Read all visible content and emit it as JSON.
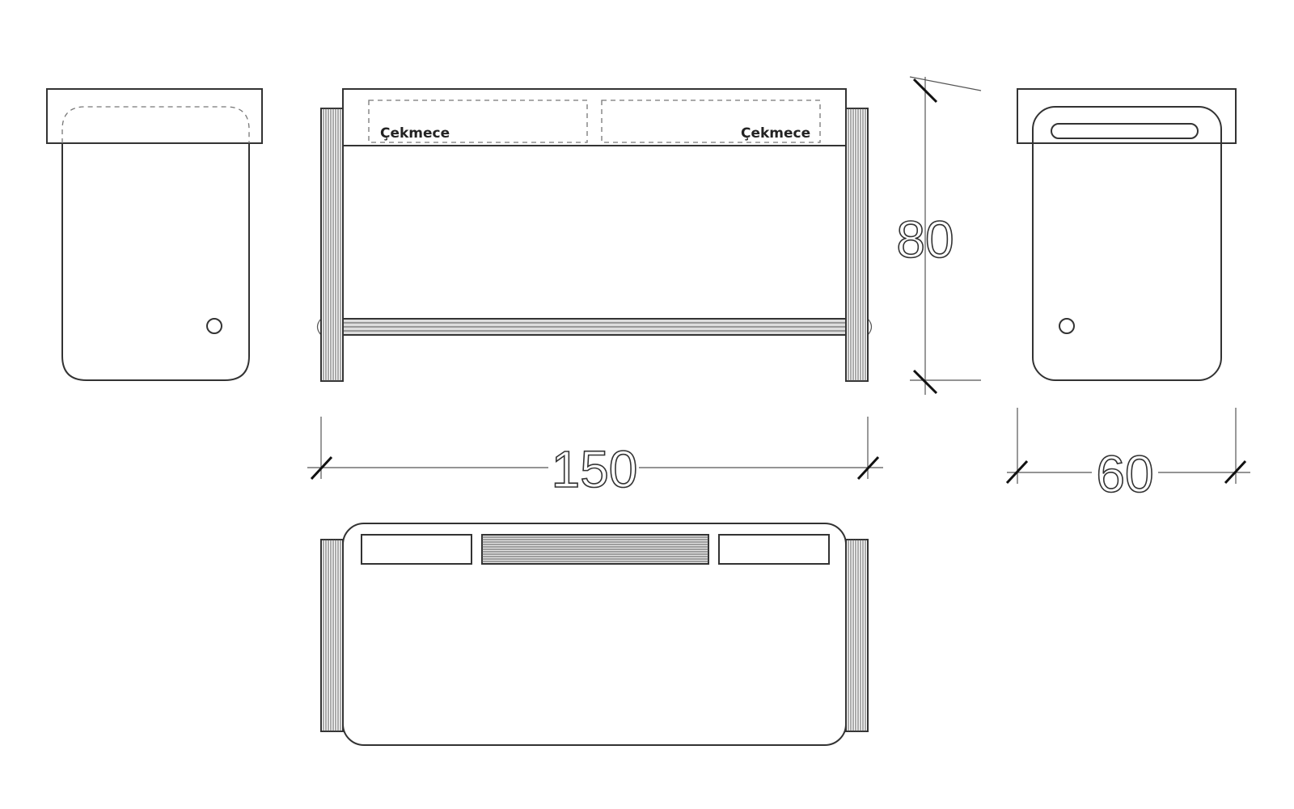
{
  "labels": {
    "drawer_left": "Çekmece",
    "drawer_right": "Çekmece"
  },
  "dimensions": {
    "width": "150",
    "height": "80",
    "depth": "60"
  },
  "colors": {
    "line": "#333333",
    "background": "#ffffff"
  }
}
